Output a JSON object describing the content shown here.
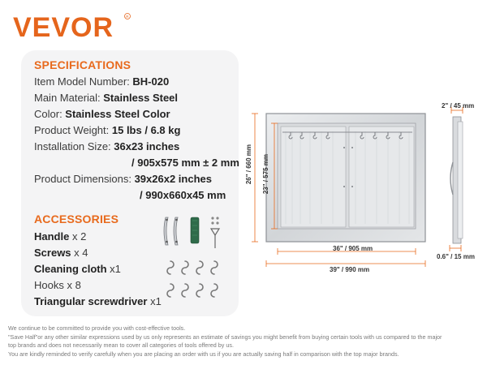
{
  "brand": {
    "name": "VEVOR",
    "color": "#e5651c"
  },
  "specifications": {
    "title": "SPECIFICATIONS",
    "item_model_label": "Item Model Number: ",
    "item_model_value": "BH-020",
    "material_label": "Main Material: ",
    "material_value": "Stainless Steel",
    "color_label": "Color: ",
    "color_value": "Stainless Steel Color",
    "weight_label": "Product Weight: ",
    "weight_value": "15 lbs / 6.8 kg",
    "install_label": "Installation Size: ",
    "install_value_1": "36x23 inches",
    "install_value_2": "/ 905x575 mm ± 2 mm",
    "dims_label": "Product Dimensions: ",
    "dims_value_1": "39x26x2 inches",
    "dims_value_2": "/ 990x660x45 mm"
  },
  "accessories": {
    "title": "ACCESSORIES",
    "items": [
      {
        "name": "Handle",
        "qty": " x 2"
      },
      {
        "name": "Screws",
        "qty": " x 4"
      },
      {
        "name": "Cleaning cloth",
        "qty": " x1"
      },
      {
        "name": "Hooks",
        "qty": " x 8"
      },
      {
        "name": "Triangular screwdriver",
        "qty": " x1"
      }
    ]
  },
  "dimensions": {
    "height_outer": "26\" / 660 mm",
    "height_inner": "23\" / 575 mm",
    "width_inner": "36\" / 905 mm",
    "width_outer": "39\" / 990 mm",
    "depth_top": "2\" / 45 mm",
    "depth_bottom": "0.6\" / 15 mm"
  },
  "disclaimer": {
    "line1": "We continue to be committed to provide you with cost-effective tools.",
    "line2": "\"Save Half\"or any other similar expressions used by us only represents an estimate of savings you might benefit from buying certain tools with us compared to the major",
    "line3": "top brands and does not necessarily mean to cover all categories of tools offered by us.",
    "line4": "You are kindly reminded to verify carefully when you are placing an order with us if you are actually saving half in comparison with the top major brands."
  },
  "colors": {
    "accent": "#e86a1d",
    "steel": "#d5d7da",
    "card_bg": "#f4f4f5"
  }
}
